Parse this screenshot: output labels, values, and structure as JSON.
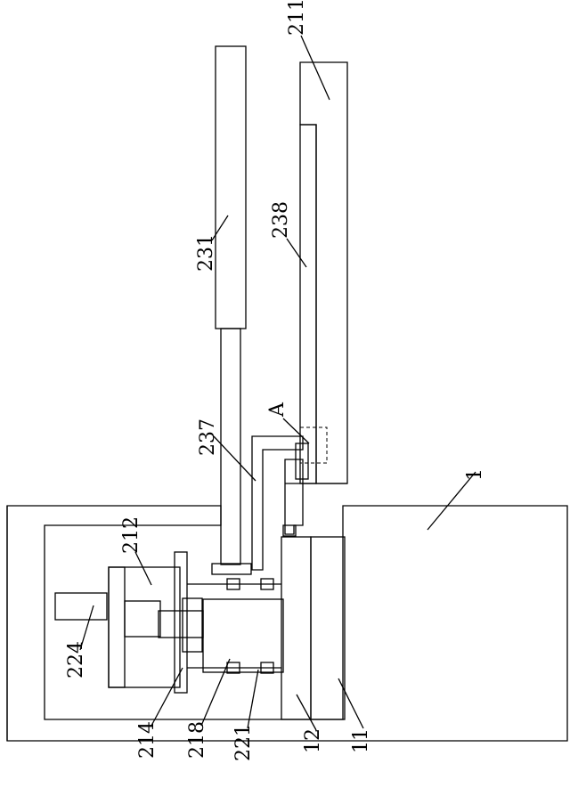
{
  "figure": {
    "labels": {
      "l211": "211",
      "l238": "238",
      "l231": "231",
      "l237": "237",
      "lA": "A",
      "l1": "1",
      "l212": "212",
      "l224": "224",
      "l214": "214",
      "l218": "218",
      "l221": "221",
      "l12": "12",
      "l11": "11"
    }
  }
}
